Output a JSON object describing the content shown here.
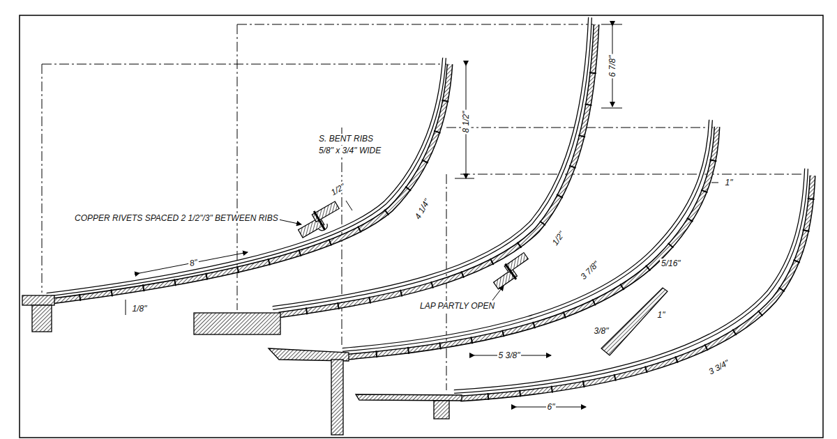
{
  "diagram": {
    "labels": [
      "6 7/8\"",
      "8 1/2\"",
      "S. BENT RIBS",
      "5/8\" x 3/4\" WIDE",
      "1/2\"",
      "COPPER RIVETS SPACED 2 1/2\"/3\" BETWEEN RIBS",
      "4 1/4\"",
      "8\"",
      "1/8\"",
      "LAP PARTLY OPEN",
      "1/2\"",
      "3 7/8\"",
      "1\"",
      "5 3/8\"",
      "5/16\"",
      "1\"",
      "3/8\"",
      "3 3/4\"",
      "6\""
    ]
  }
}
